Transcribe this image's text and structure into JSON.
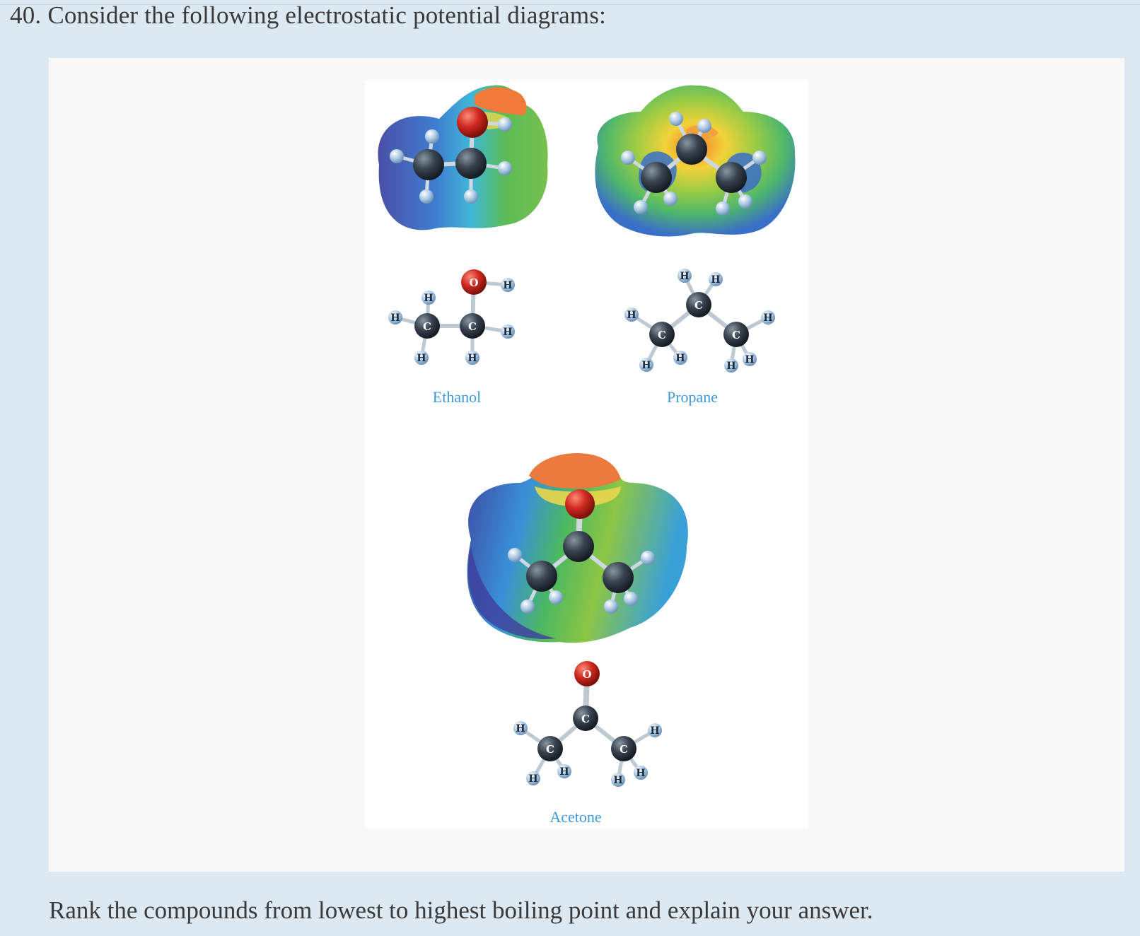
{
  "question": {
    "number": "40.",
    "text": "Consider the following electrostatic potential diagrams:"
  },
  "molecules": {
    "ethanol": {
      "name": "Ethanol"
    },
    "propane": {
      "name": "Propane"
    },
    "acetone": {
      "name": "Acetone"
    }
  },
  "atom_labels": {
    "hydrogen": "H",
    "carbon": "C",
    "oxygen": "O"
  },
  "prompt": "Rank the compounds from lowest to highest boiling point and explain your answer.",
  "colors": {
    "page_background": "#dde9f2",
    "panel_background": "#f8f8f8",
    "label_color": "#3a9ad8",
    "carbon": "#2f3a45",
    "oxygen": "#c8231c",
    "hydrogen": "#9fc3e3"
  }
}
